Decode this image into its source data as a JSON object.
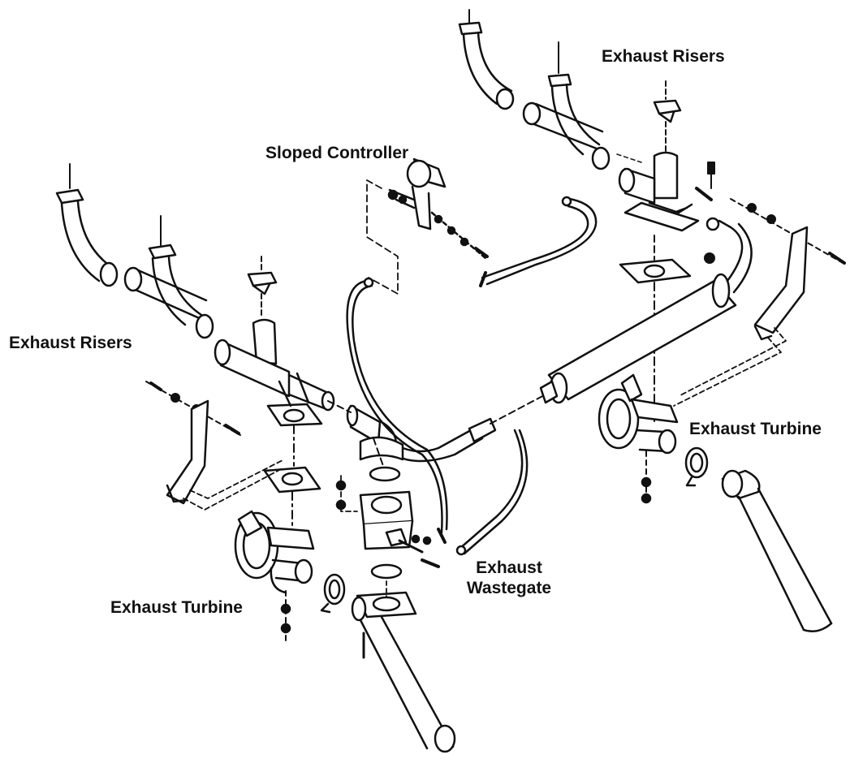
{
  "diagram": {
    "labels": {
      "exhaust_risers_right": "Exhaust Risers",
      "sloped_controller": "Sloped Controller",
      "exhaust_risers_left": "Exhaust Risers",
      "exhaust_turbine_right": "Exhaust Turbine",
      "exhaust_wastegate": "Exhaust Wastegate",
      "exhaust_turbine_left": "Exhaust Turbine"
    },
    "colors": {
      "line": "#111111",
      "background": "#ffffff"
    }
  }
}
